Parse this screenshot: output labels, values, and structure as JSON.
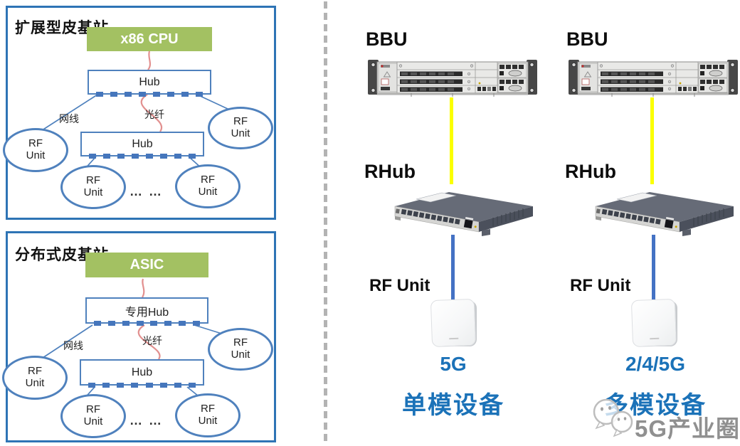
{
  "colors": {
    "panel_border": "#2E74B5",
    "shape_border": "#4F81BD",
    "chip_green": "#A3C162",
    "fiber_red": "#E2908F",
    "link_yellow": "#FBFF00",
    "link_blue": "#4472C4",
    "label_blue": "#1B72B8",
    "watermark_gray": "#909090"
  },
  "shared": {
    "rf_line1": "RF",
    "rf_line2": "Unit",
    "cable_label": "网线",
    "fiber_label": "光纤",
    "dots": "… …"
  },
  "panel_extended": {
    "title": "扩展型皮基站",
    "chip": "x86 CPU",
    "hub_top": "Hub",
    "hub_bottom": "Hub"
  },
  "panel_distributed": {
    "title": "分布式皮基站",
    "chip": "ASIC",
    "hub_top": "专用Hub",
    "hub_bottom": "Hub"
  },
  "right": {
    "columns": [
      {
        "bbu": "BBU",
        "rhub": "RHub",
        "rf_unit": "RF Unit",
        "generation": "5G",
        "device_type": "单模设备"
      },
      {
        "bbu": "BBU",
        "rhub": "RHub",
        "rf_unit": "RF Unit",
        "generation": "2/4/5G",
        "device_type": "多模设备"
      }
    ],
    "watermark": "5G产业圈"
  }
}
